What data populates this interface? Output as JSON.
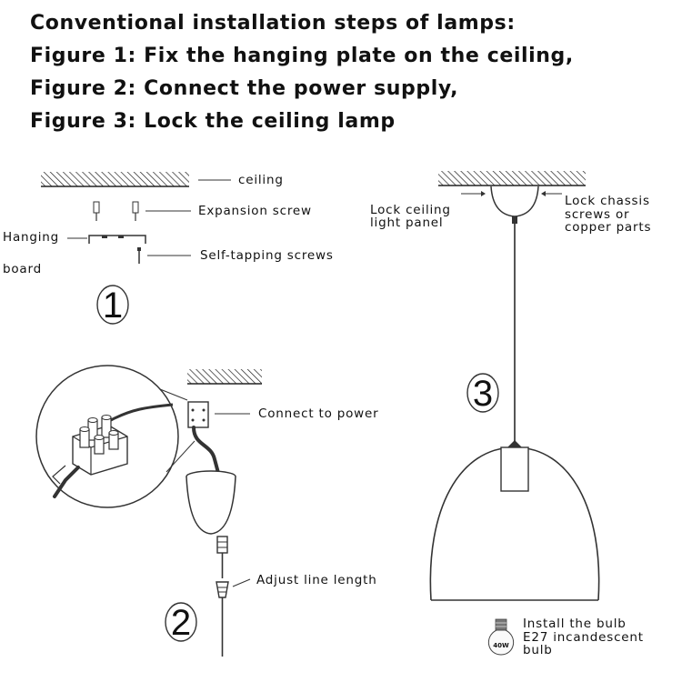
{
  "heading": {
    "line1": "Conventional installation steps of lamps:",
    "line2": "Figure 1: Fix the hanging plate on the ceiling,",
    "line3": "Figure 2: Connect the power supply,",
    "line4": "Figure 3: Lock the ceiling lamp"
  },
  "figure1": {
    "ceiling": "ceiling",
    "expansion_screw": "Expansion screw",
    "hanging_line1": "Hanging",
    "hanging_line2": "board",
    "self_tapping": "Self-tapping screws",
    "number": "1"
  },
  "figure2": {
    "connect_power": "Connect to power",
    "adjust_length": "Adjust line length",
    "number": "2"
  },
  "figure3": {
    "lock_panel_line1": "Lock ceiling",
    "lock_panel_line2": "light panel",
    "lock_chassis_line1": "Lock chassis",
    "lock_chassis_line2": "screws or",
    "lock_chassis_line3": "copper parts",
    "number": "3",
    "bulb_wattage": "40W",
    "bulb_line1": "Install the bulb",
    "bulb_line2": "E27 incandescent",
    "bulb_line3": "bulb"
  }
}
